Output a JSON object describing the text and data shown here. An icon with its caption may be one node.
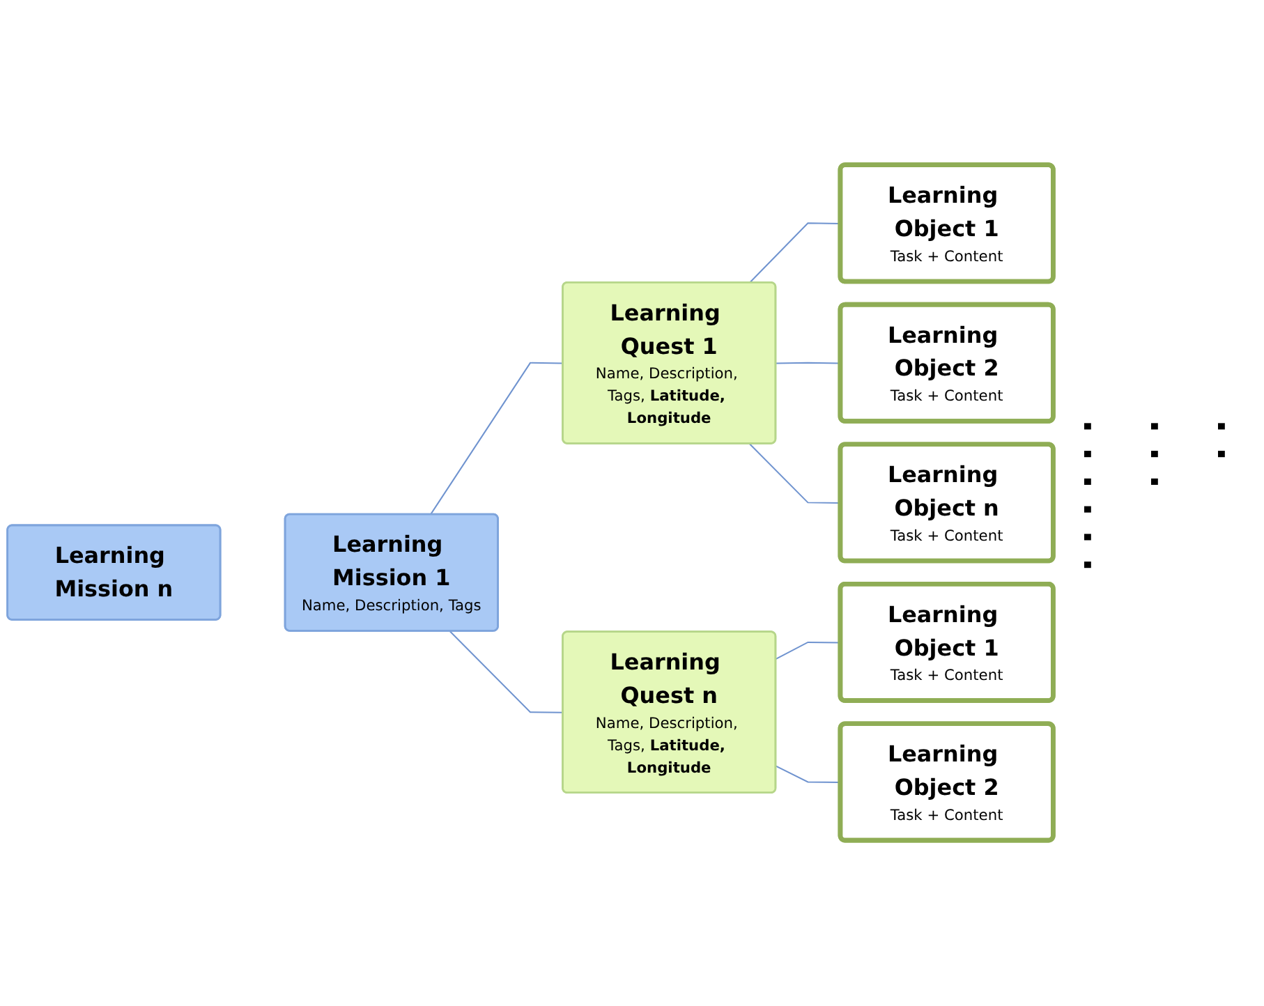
{
  "diagram": {
    "nodes": [
      {
        "text": [
          "Learning Mission 1",
          "Name, Description, Tags"
        ]
      },
      {
        "text": [
          "Learning Quest 1",
          "Name, Description, Tags, **Latitude, Longitude**"
        ]
      },
      {
        "text": [
          "Learning Object 1",
          "Task + Content"
        ]
      },
      {
        "text": [
          "Learning Object 2",
          "Task + Content"
        ]
      },
      {
        "text": [
          "Learning Object n",
          "Task + Content"
        ]
      },
      {
        "text": [
          "Learning Quest n",
          "Name, Description, Tags, **Latitude, Longitude**"
        ]
      },
      {
        "text": [
          "Learning Object 1",
          "Task + Content"
        ]
      },
      {
        "text": [
          "Learning Object 2",
          "Task + Content"
        ]
      },
      {
        "text": [
          "Learning Mission n"
        ]
      }
    ],
    "edges": [
      {
        "from": 0,
        "to": 1,
        "arrow": "none"
      },
      {
        "from": 0,
        "to": 5,
        "arrow": "none"
      },
      {
        "from": 1,
        "to": 2,
        "arrow": "none"
      },
      {
        "from": 1,
        "to": 3,
        "arrow": "none"
      },
      {
        "from": 1,
        "to": 4,
        "arrow": "none"
      },
      {
        "from": 5,
        "to": 6,
        "arrow": "none"
      },
      {
        "from": 5,
        "to": 7,
        "arrow": "none"
      }
    ],
    "labels": [
      "......",
      "...",
      ".."
    ]
  }
}
